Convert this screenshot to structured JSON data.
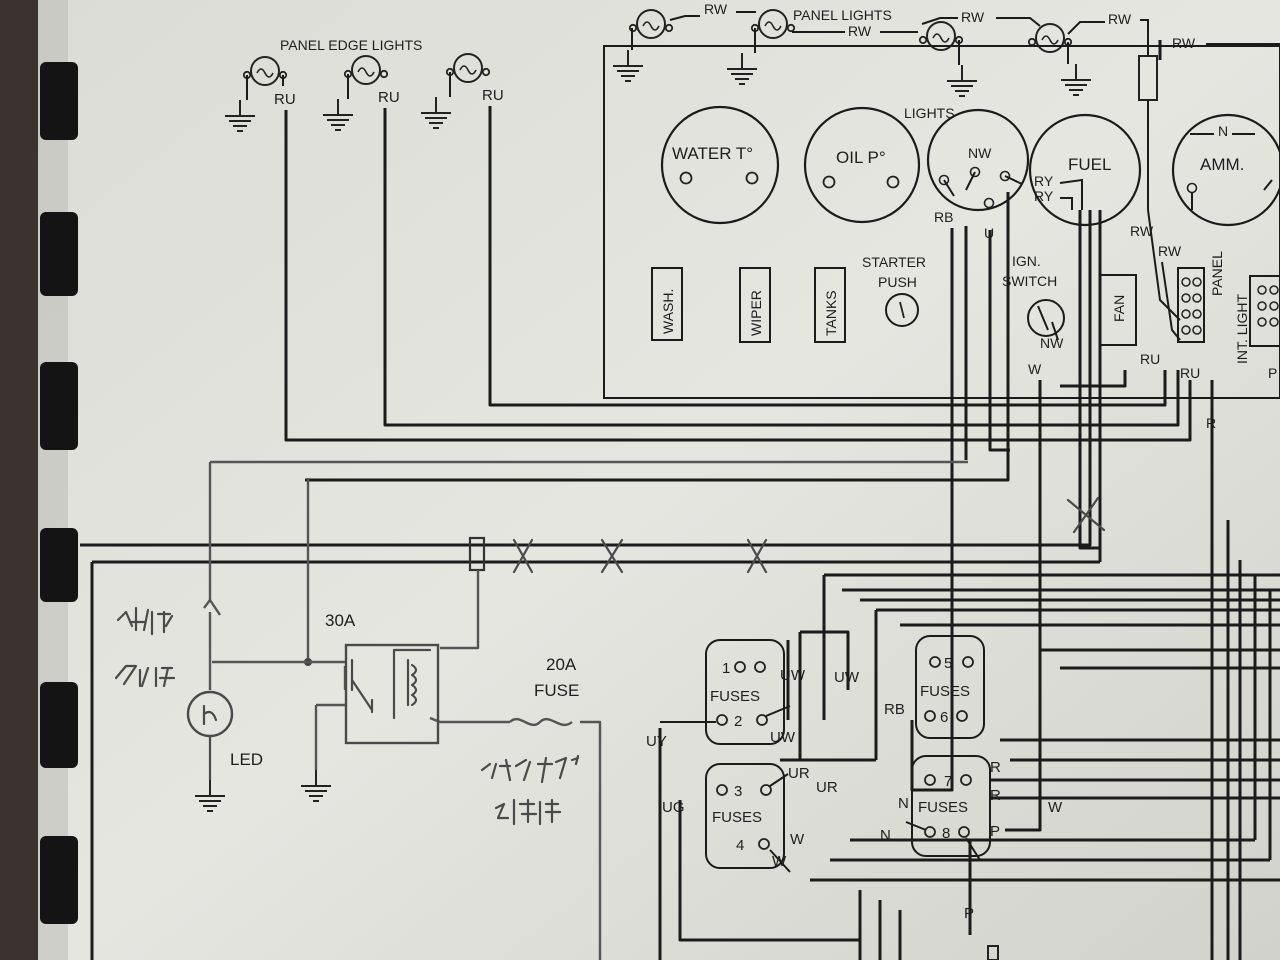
{
  "header": {
    "panel_edge_lights": "PANEL EDGE LIGHTS",
    "panel_lights": "PANEL LIGHTS"
  },
  "wire_codes": {
    "ru": "RU",
    "rw": "RW",
    "rb": "RB",
    "u": "U",
    "nw": "NW",
    "ry": "RY",
    "w": "W",
    "r": "R",
    "n": "N",
    "uw": "UW",
    "uy": "UY",
    "ug": "UG",
    "ur": "UR",
    "p": "P"
  },
  "gauges": {
    "water": "WATER T°",
    "oil": "OIL P°",
    "lights": "LIGHTS",
    "fuel": "FUEL",
    "amm": "AMM."
  },
  "switches": {
    "wash": "WASH.",
    "wiper": "WIPER",
    "tanks": "TANKS",
    "starter_line1": "STARTER",
    "starter_line2": "PUSH",
    "ign_line1": "IGN.",
    "ign_line2": "SWITCH",
    "fan": "FAN",
    "panel": "PANEL",
    "int_light": "INT. LIGHT",
    "int_light_partial": "P"
  },
  "fuse_blocks": {
    "title": "FUSES",
    "f1": "1",
    "f2": "2",
    "f3": "3",
    "f4": "4",
    "f5": "5",
    "f6": "6",
    "f7": "7",
    "f8": "8"
  },
  "handwritten": {
    "relay_label": "30A",
    "fuse_label_line1": "20A",
    "fuse_label_line2": "FUSE",
    "led_label": "LED"
  }
}
